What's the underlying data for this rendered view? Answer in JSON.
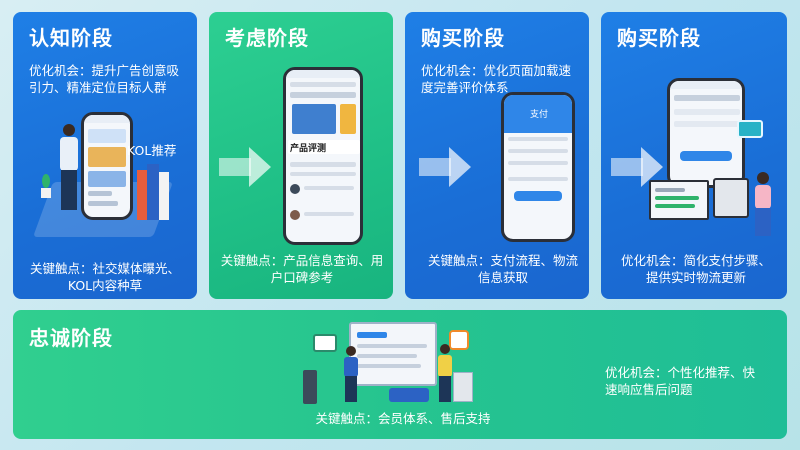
{
  "stages": [
    {
      "title": "认知阶段",
      "opportunity": "优化机会：提升广告创意吸引力、精准定位目标人群",
      "touchpoints": "关键触点：社交媒体曝光、KOL内容种草",
      "extra_label": "KOL推荐"
    },
    {
      "title": "考虑阶段",
      "touchpoints": "关键触点：产品信息查询、用户口碑参考",
      "phone_text": "产品评测"
    },
    {
      "title": "购买阶段",
      "opportunity": "优化机会：优化页面加载速度完善评价体系",
      "touchpoints": "关键触点：支付流程、物流信息获取",
      "phone_text": "支付"
    },
    {
      "title": "购买阶段",
      "opportunity": "优化机会：简化支付步骤、提供实时物流更新"
    },
    {
      "title": "忠诚阶段",
      "opportunity": "优化机会：个性化推荐、快速响应售后问题",
      "touchpoints": "关键触点：会员体系、售后支持"
    }
  ],
  "colors": {
    "blue_panel": "#1f7fe6",
    "green_panel": "#2dcf92",
    "background": "#c3e6f0"
  }
}
